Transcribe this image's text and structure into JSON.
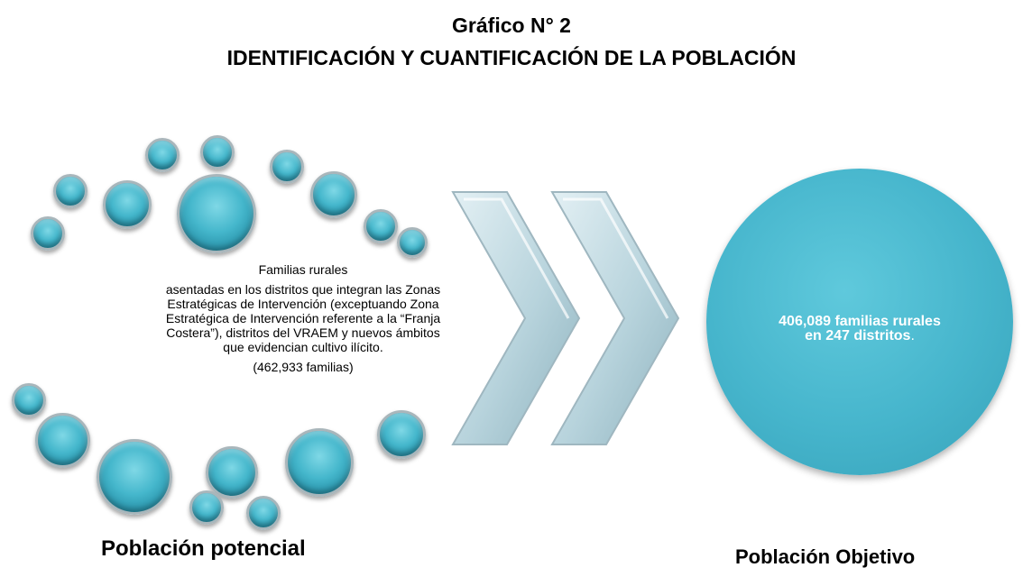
{
  "title": {
    "line1": "Gráfico N° 2",
    "line2": "IDENTIFICACIÓN Y CUANTIFICACIÓN DE LA POBLACIÓN"
  },
  "potential": {
    "heading": "Familias rurales",
    "body": "asentadas en los distritos que integran las Zonas Estratégicas de Intervención (exceptuando Zona Estratégica de Intervención referente a la “Franja Costera”), distritos del VRAEM y nuevos ámbitos que evidencian cultivo ilícito.",
    "count": "(462,933 familias)",
    "label": "Población potencial"
  },
  "objective": {
    "line1": "406,089 familias rurales",
    "line2": "en 247 distritos",
    "suffix": ".",
    "label": "Población Objetivo"
  },
  "colors": {
    "bubble": "#45b7cc",
    "circle": "#46b5cc",
    "arrow": "#bcd8e0"
  }
}
